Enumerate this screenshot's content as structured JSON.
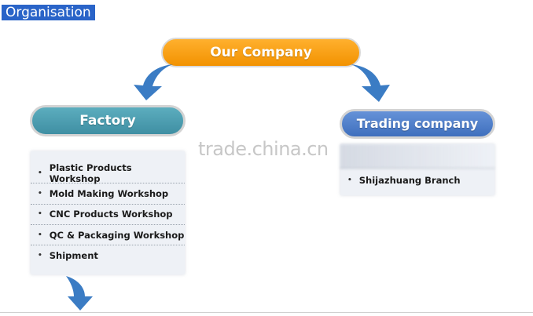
{
  "section_tag": "Organisation",
  "nodes": {
    "root": "Our Company",
    "left": "Factory",
    "right": "Trading company"
  },
  "factory_items": [
    "Plastic Products Workshop",
    "Mold Making Workshop",
    "CNC Products Workshop",
    "QC & Packaging Workshop",
    "Shipment"
  ],
  "trading_items": [
    "Shijazhuang Branch"
  ],
  "watermark": "trade.china.cn",
  "colors": {
    "root": "#f29200",
    "left": "#4a9bb0",
    "right": "#4d7ecb",
    "arrow": "#3b7cc4",
    "tag": "#2a64c8"
  },
  "icons": {
    "bullet": "bullet-icon",
    "arrow": "curved-arrow-icon"
  }
}
